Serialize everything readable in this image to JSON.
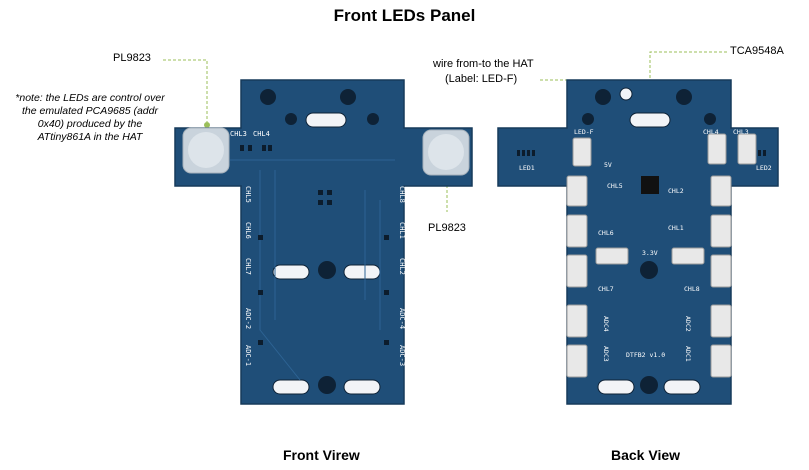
{
  "title": "Front LEDs Panel",
  "front": {
    "caption": "Front Virew",
    "label_top": "PL9823",
    "label_right": "PL9823",
    "note": "*note: the LEDs are control over the emulated PCA9685 (addr 0x40) produced by the ATtiny861A in the HAT",
    "silk": [
      "CHL3",
      "CHL4",
      "CHL5",
      "CHL6",
      "CHL7",
      "CHL8",
      "CHL1",
      "CHL2",
      "ADC-4",
      "ADC-3",
      "ADC-2",
      "ADC-1"
    ]
  },
  "back": {
    "caption": "Back View",
    "label_wire_1": "wire from-to the HAT",
    "label_wire_2": "(Label: LED-F)",
    "label_chip": "TCA9548A",
    "silk": [
      "LED-F",
      "5V",
      "LED1",
      "LED2",
      "CHL4",
      "CHL3",
      "CHL5",
      "CHL2",
      "CHL6",
      "CHL1",
      "CHL7",
      "CHL8",
      "3.3V",
      "ADC4",
      "ADC3",
      "ADC2",
      "ADC1",
      "DTFB2 v1.0"
    ]
  },
  "colors": {
    "pcb": "#1f4e78",
    "silk": "#ffffff",
    "connector": "#e8e8e8",
    "led": "#c9d3dc",
    "leader": "#9bbf5a"
  }
}
